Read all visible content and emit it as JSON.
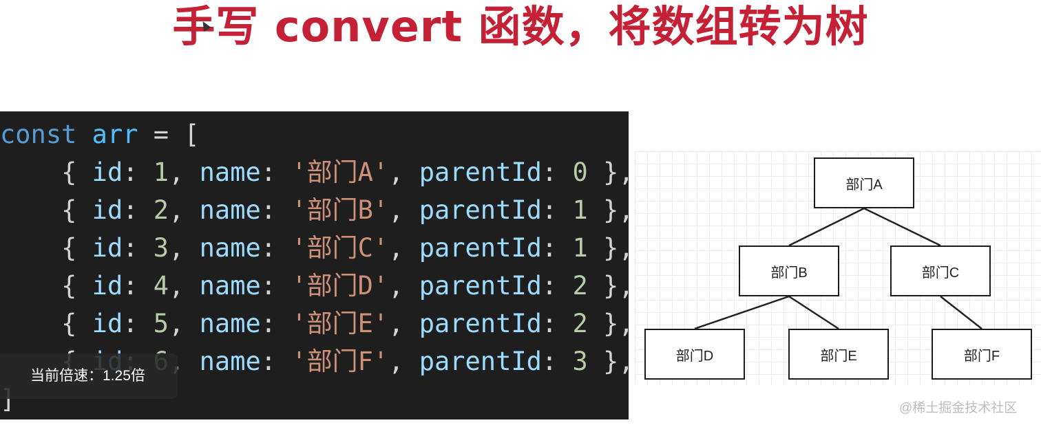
{
  "title": "手写 convert 函数，将数组转为树",
  "code": {
    "line0": {
      "kw": "const",
      "var": "arr",
      "eq": "=",
      "open": "["
    },
    "rows": [
      {
        "id": "1",
        "name": "'部门A'",
        "parentId": "0"
      },
      {
        "id": "2",
        "name": "'部门B'",
        "parentId": "1"
      },
      {
        "id": "3",
        "name": "'部门C'",
        "parentId": "1"
      },
      {
        "id": "4",
        "name": "'部门D'",
        "parentId": "2"
      },
      {
        "id": "5",
        "name": "'部门E'",
        "parentId": "2"
      },
      {
        "id": "6",
        "name": "'部门F'",
        "parentId": "3"
      }
    ],
    "close": "]"
  },
  "speed_badge": "当前倍速：1.25倍",
  "tree": {
    "nodes": [
      "部门A",
      "部门B",
      "部门C",
      "部门D",
      "部门E",
      "部门F"
    ]
  },
  "watermark": "@稀土掘金技术社区"
}
